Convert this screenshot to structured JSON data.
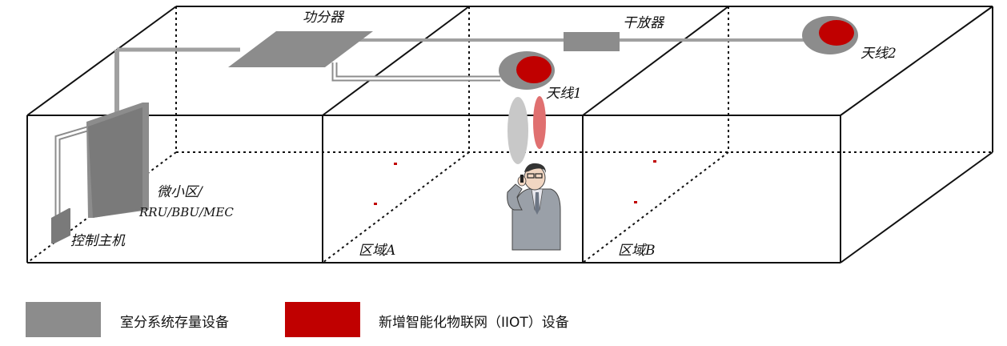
{
  "labels": {
    "splitter": "功分器",
    "amplifier": "干放器",
    "antenna1": "天线1",
    "antenna2": "天线2",
    "small_cell_line1": "微小区/",
    "small_cell_line2": "RRU/BBU/MEC",
    "control_host": "控制主机",
    "zone_a": "区域A",
    "zone_b": "区域B"
  },
  "legend": {
    "existing": {
      "text": "室分系统存量设备",
      "color": "#8c8c8c"
    },
    "new": {
      "text": "新增智能化物联网（IIOT）设备",
      "color": "#c00000"
    }
  },
  "colors": {
    "gray": "#8c8c8c",
    "red": "#c00000",
    "signal_gray": "#c8c8c8",
    "signal_red": "#e07070",
    "line": "#111111"
  }
}
